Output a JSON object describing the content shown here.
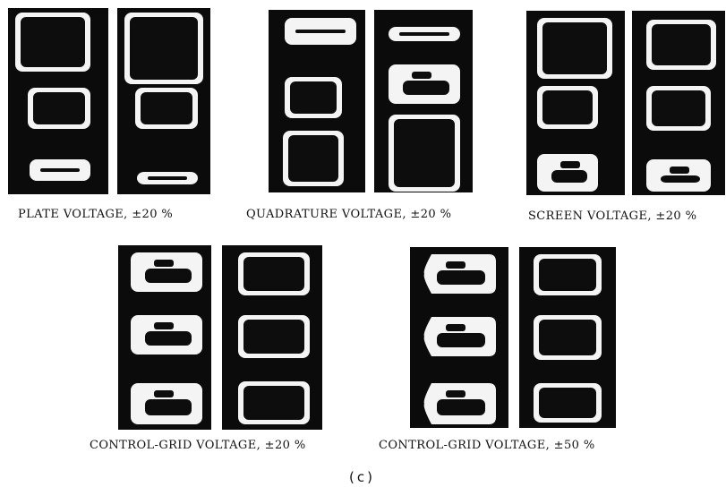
{
  "groups": [
    {
      "caption": "PLATE VOLTAGE, ±20 %"
    },
    {
      "caption": "QUADRATURE VOLTAGE, ±20 %"
    },
    {
      "caption": "SCREEN VOLTAGE, ±20 %"
    },
    {
      "caption": "CONTROL-GRID VOLTAGE, ±20 %"
    },
    {
      "caption": "CONTROL-GRID VOLTAGE, ±50 %"
    }
  ],
  "panel_label": "(c)",
  "colors": {
    "film": "#0b0b0b",
    "trace": "#f4f4f4",
    "fill": "#0d0d0d"
  }
}
